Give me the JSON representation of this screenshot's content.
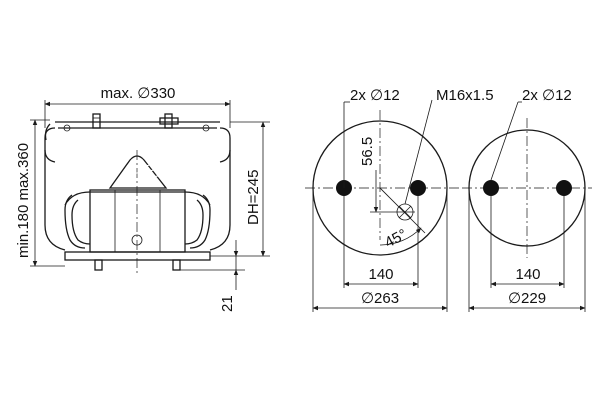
{
  "side_view": {
    "dim_max_diameter": "max. ∅330",
    "dim_height_range": "min.180 max.360",
    "dim_design_height": "DH=245",
    "dim_bottom_offset": "21"
  },
  "top_view_left": {
    "hole_label": "2x ∅12",
    "thread_label": "M16x1.5",
    "dim_offset": "56.5",
    "dim_angle": "45°",
    "dim_hole_spacing": "140",
    "dim_diameter": "∅263"
  },
  "top_view_right": {
    "hole_label": "2x ∅12",
    "dim_hole_spacing": "140",
    "dim_diameter": "∅229"
  }
}
